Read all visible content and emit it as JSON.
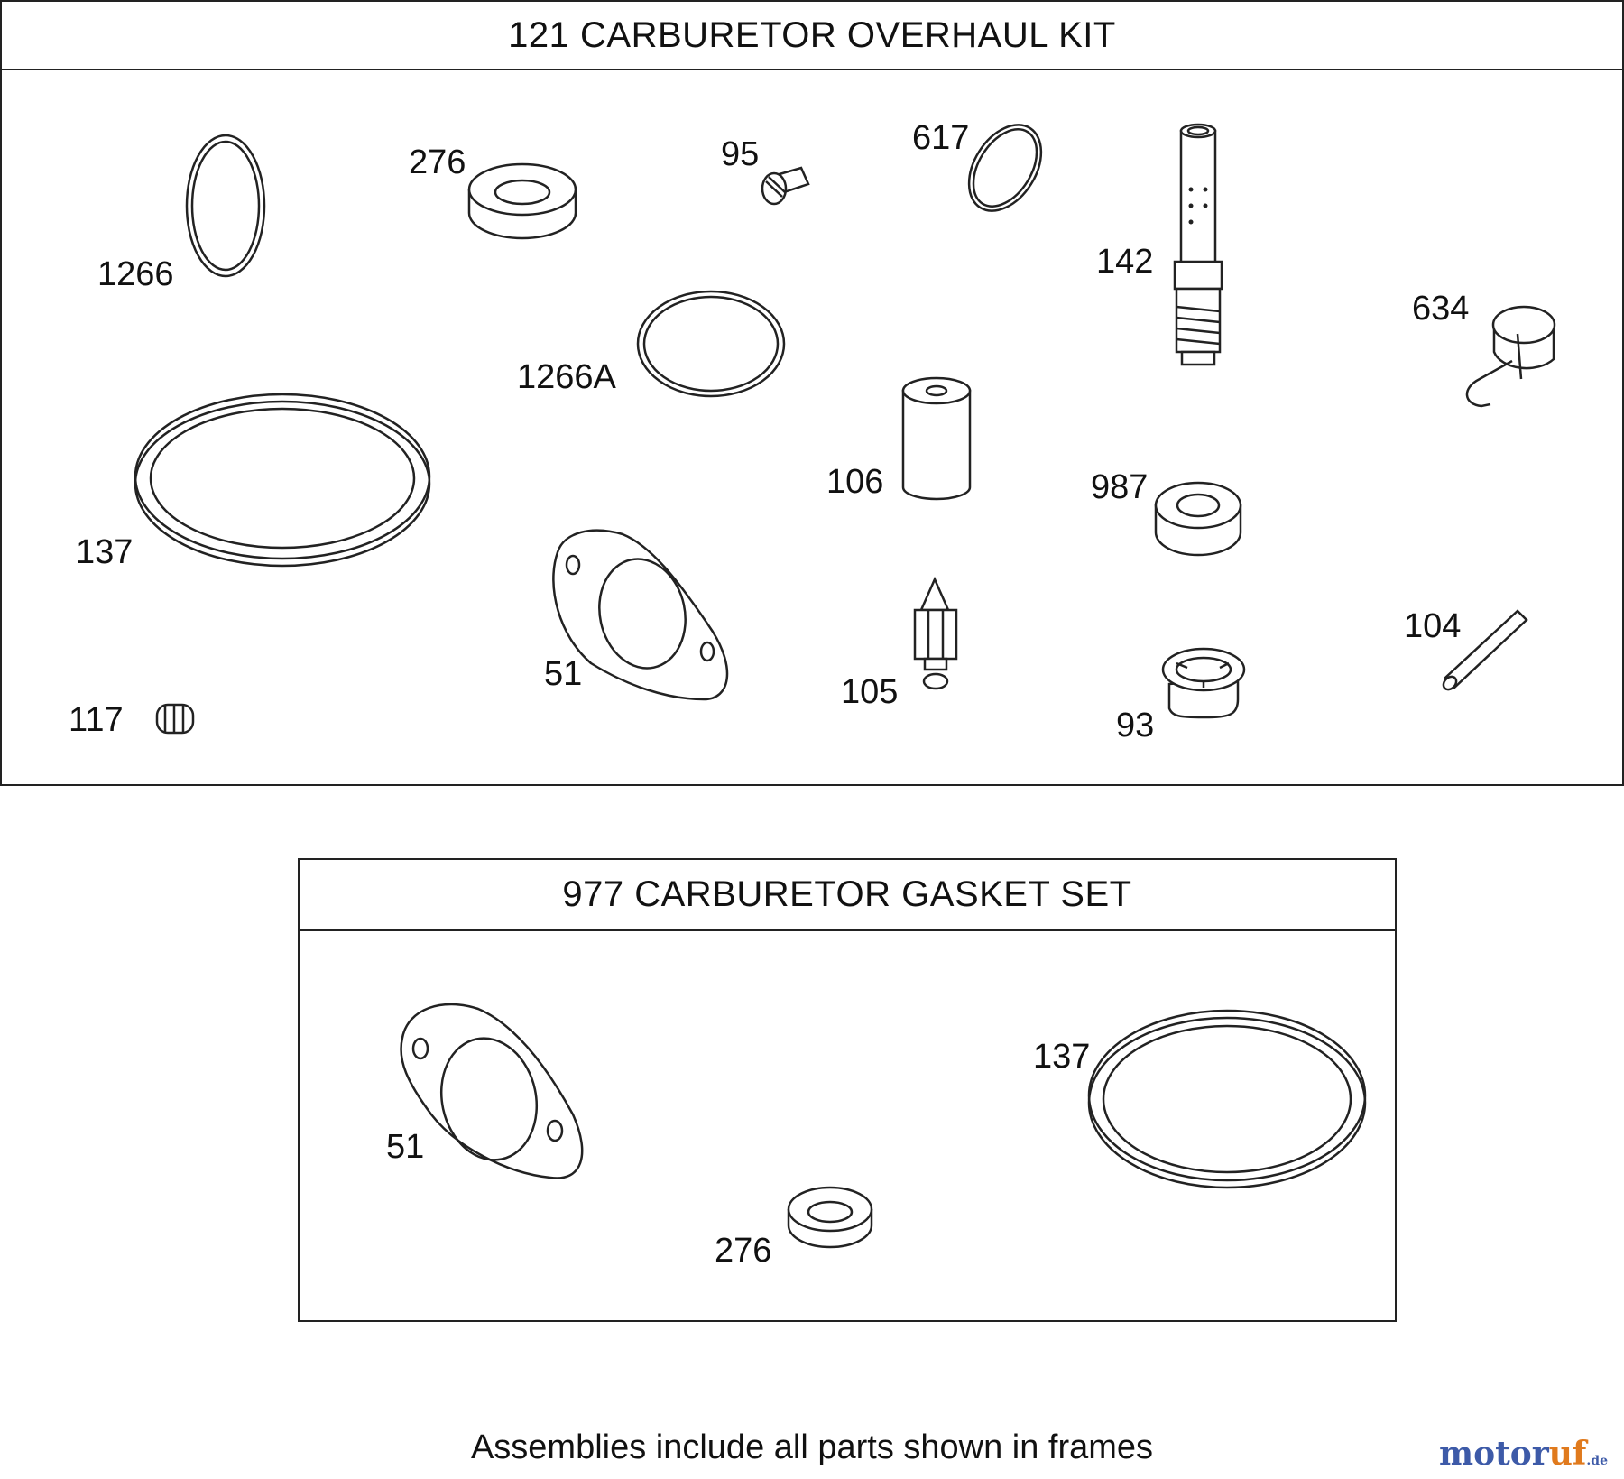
{
  "frames": {
    "overhaul_kit": {
      "title": "121 CARBURETOR OVERHAUL KIT",
      "labels": {
        "p1266": "1266",
        "p276": "276",
        "p95": "95",
        "p617": "617",
        "p142": "142",
        "p634": "634",
        "p1266a": "1266A",
        "p137": "137",
        "p106": "106",
        "p987": "987",
        "p51": "51",
        "p105": "105",
        "p104": "104",
        "p117": "117",
        "p93": "93"
      }
    },
    "gasket_set": {
      "title": "977 CARBURETOR GASKET SET",
      "labels": {
        "p51": "51",
        "p137": "137",
        "p276": "276"
      }
    }
  },
  "footer": "Assemblies include all parts shown in frames",
  "watermark": {
    "main": "motor",
    "accent": "uf",
    "suffix": ".de"
  }
}
